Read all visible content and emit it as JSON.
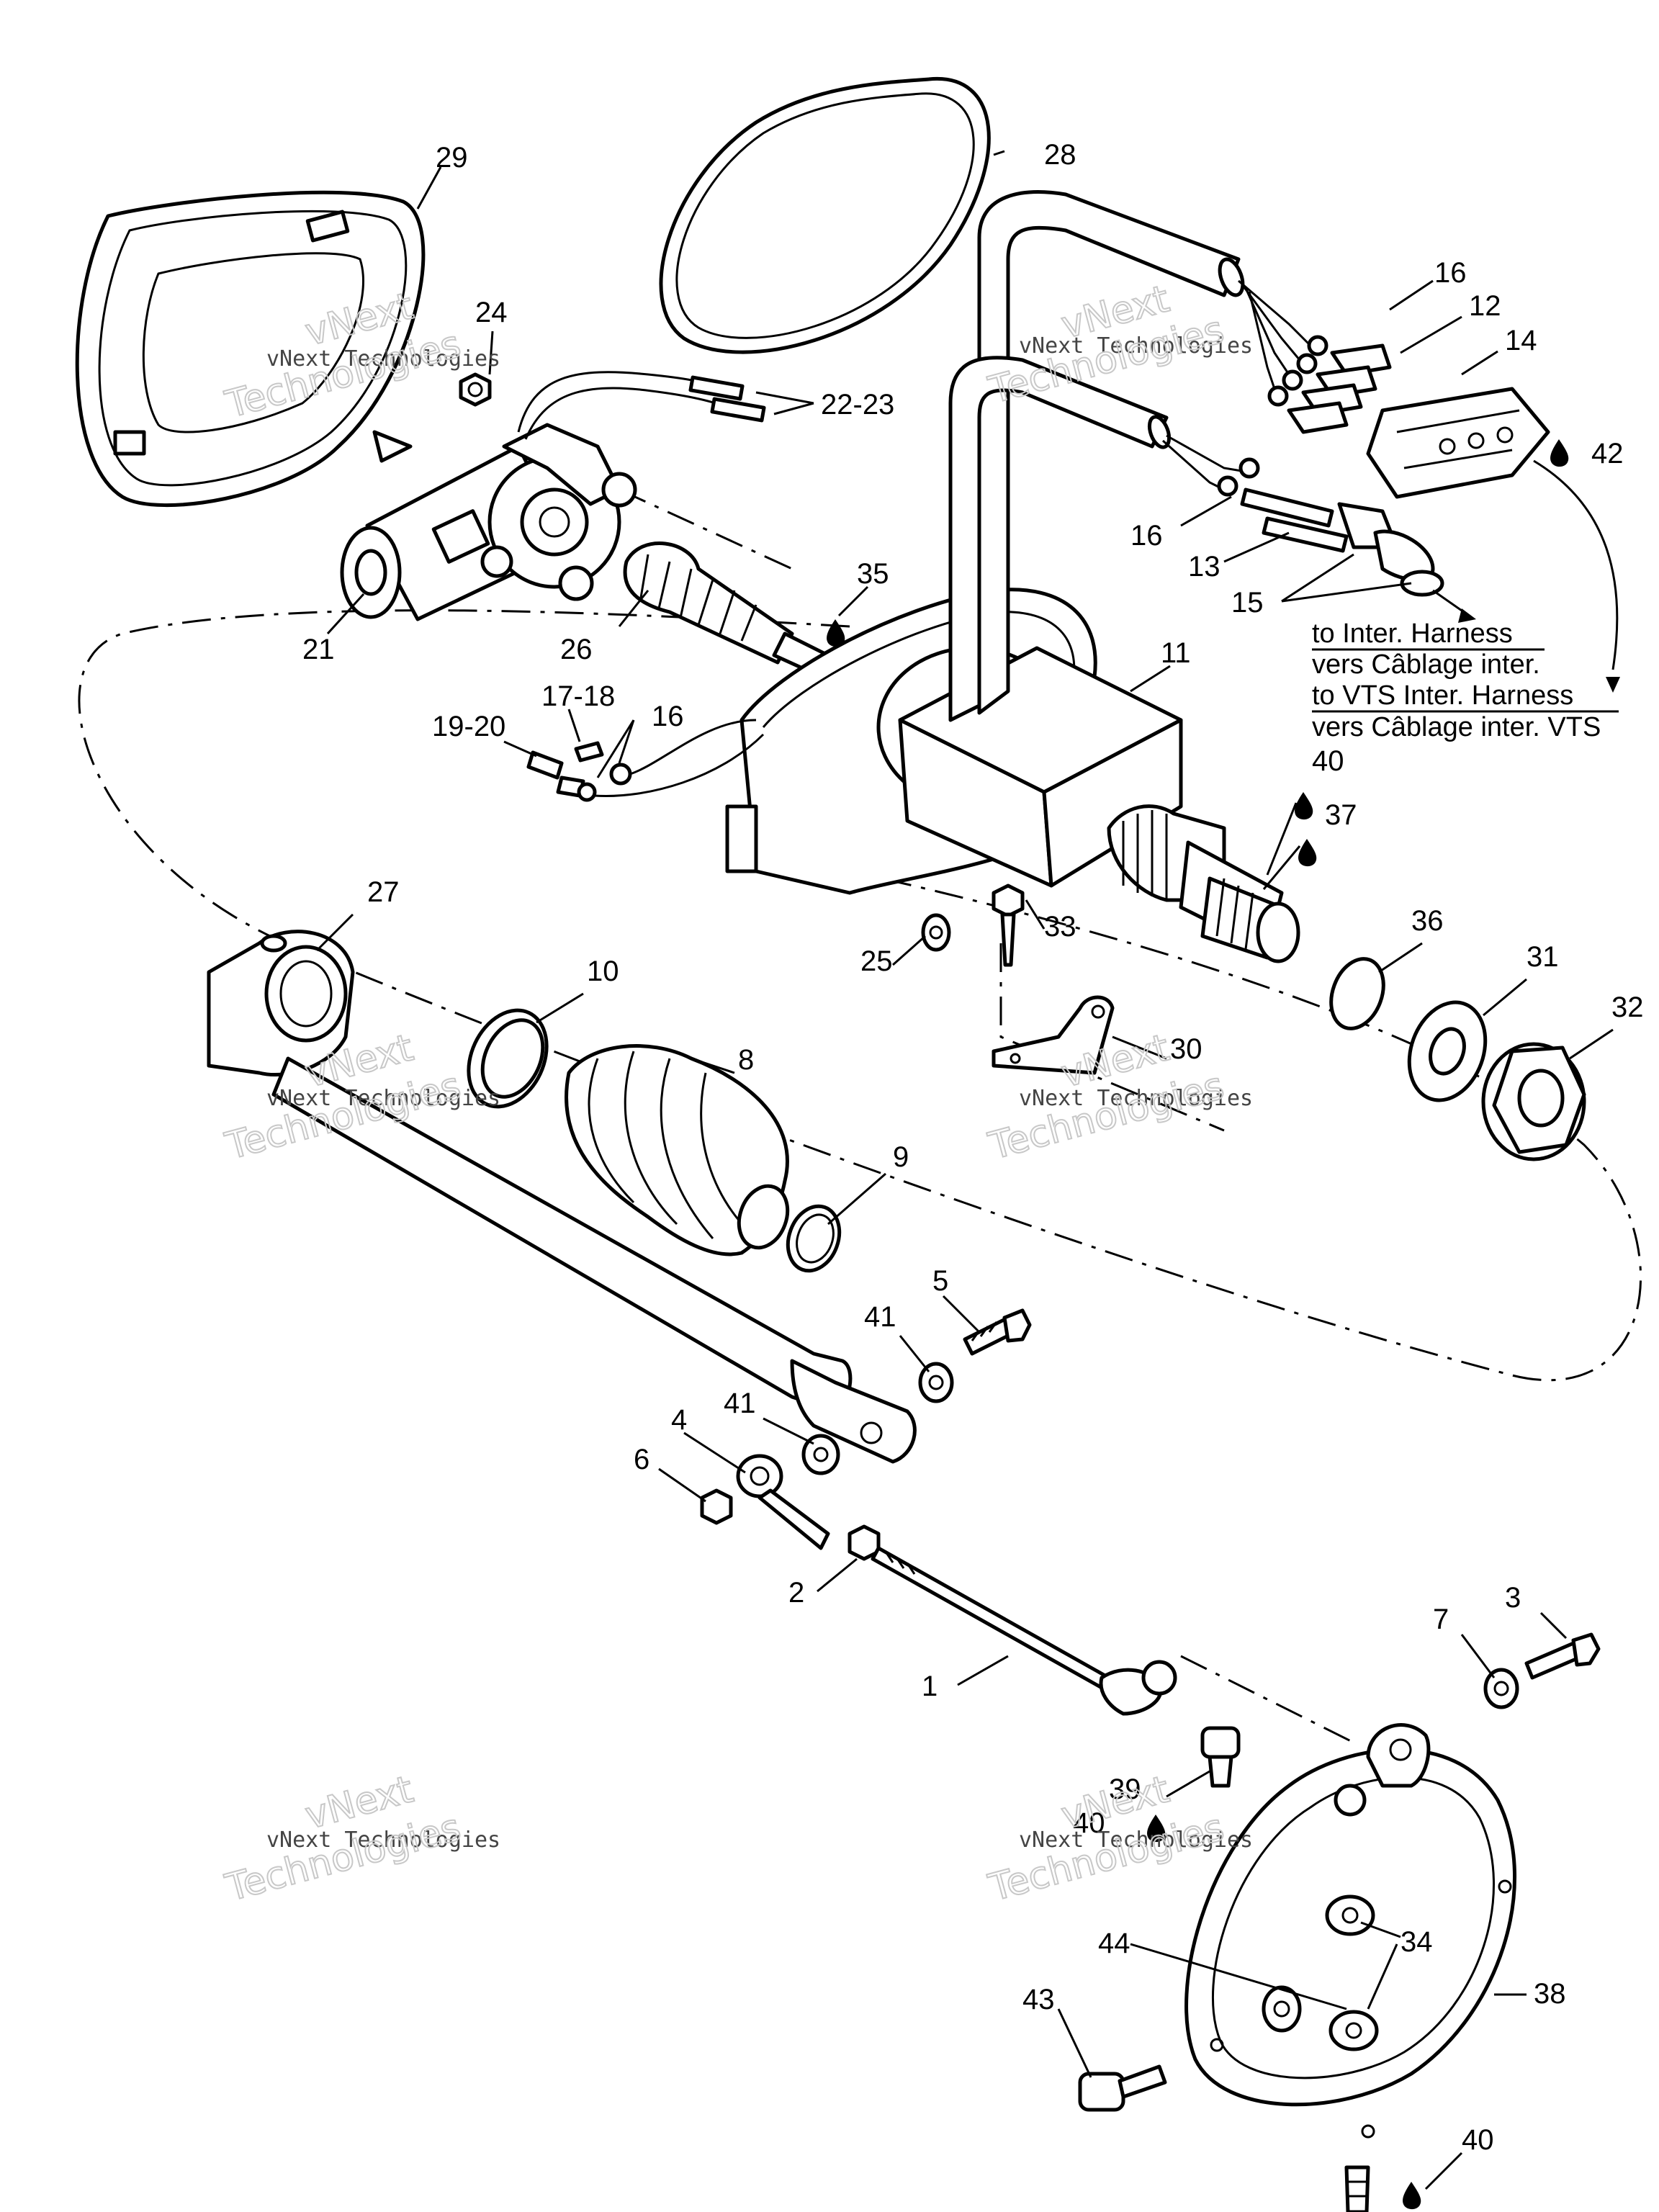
{
  "watermark": {
    "line1": "vNext Technologies",
    "line2a": "vNext",
    "line2b": "Technologies"
  },
  "routing_notes": {
    "inter_harness_en": "to Inter. Harness",
    "inter_harness_fr": "vers Câblage inter.",
    "vts_harness_en": "to VTS Inter. Harness",
    "vts_harness_fr": "vers Câblage inter. VTS"
  },
  "callouts": {
    "c1": "1",
    "c2": "2",
    "c3": "3",
    "c4": "4",
    "c5": "5",
    "c6": "6",
    "c7": "7",
    "c8": "8",
    "c9": "9",
    "c10": "10",
    "c11": "11",
    "c12": "12",
    "c13": "13",
    "c14": "14",
    "c15": "15",
    "c16a": "16",
    "c16b": "16",
    "c16c": "16",
    "c17_18": "17-18",
    "c19_20": "19-20",
    "c21": "21",
    "c22_23": "22-23",
    "c24": "24",
    "c25": "25",
    "c26": "26",
    "c27": "27",
    "c28": "28",
    "c29": "29",
    "c30": "30",
    "c31": "31",
    "c32": "32",
    "c33": "33",
    "c34": "34",
    "c35": "35",
    "c36": "36",
    "c37": "37",
    "c38": "38",
    "c39": "39",
    "c40a": "40",
    "c40b": "40",
    "c40c": "40",
    "c41a": "41",
    "c41b": "41",
    "c42": "42",
    "c43": "43",
    "c44": "44"
  },
  "colors": {
    "line": "#000000",
    "background": "#ffffff",
    "watermark": "#c8c8c8"
  }
}
